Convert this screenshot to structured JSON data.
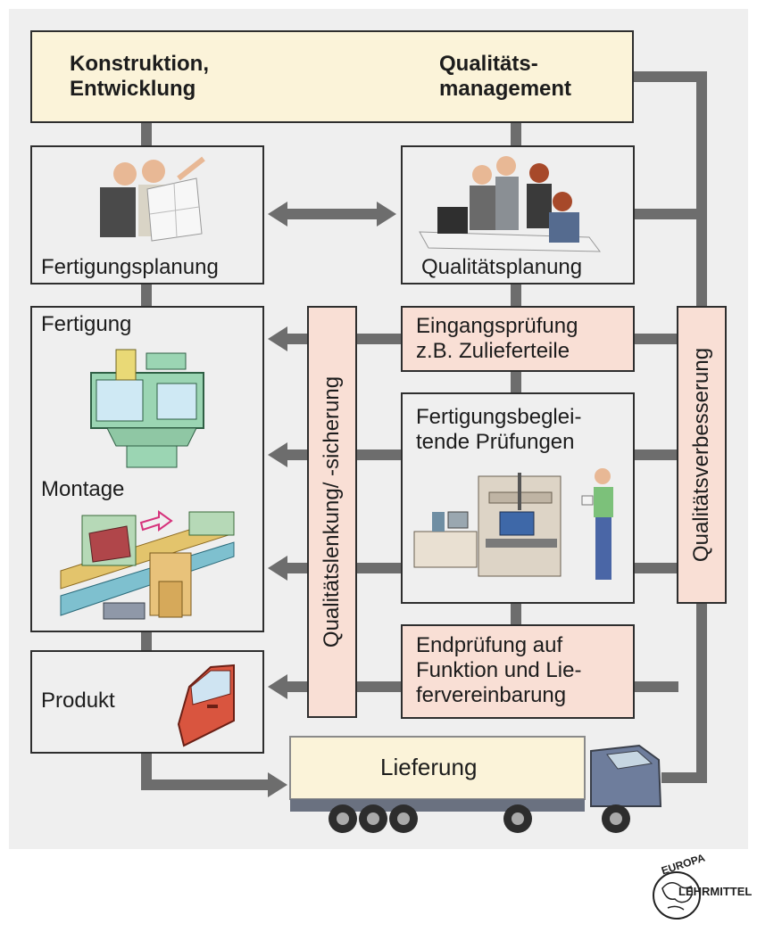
{
  "header": {
    "left_line1": "Konstruktion,",
    "left_line2": "Entwicklung",
    "right_line1": "Qualitäts-",
    "right_line2": "management"
  },
  "boxes": {
    "fertigungsplanung": "Fertigungsplanung",
    "qualitaetsplanung": "Qualitätsplanung",
    "fertigung": "Fertigung",
    "montage": "Montage",
    "produkt": "Produkt",
    "eingang_line1": "Eingangsprüfung",
    "eingang_line2": "z.B. Zulieferteile",
    "begleit_line1": "Fertigungsbeglei-",
    "begleit_line2": "tende Prüfungen",
    "end_line1": "Endprüfung auf",
    "end_line2": "Funktion und Lie-",
    "end_line3": "fervereinbarung",
    "lieferung": "Lieferung"
  },
  "vertical_labels": {
    "lenkung": "Qualitätslenkung/ -sicherung",
    "verbesserung": "Qualitätsverbesserung"
  },
  "logo": {
    "top": "EUROPA",
    "side": "LEHRMITTEL"
  },
  "colors": {
    "connector": "#6d6d6d",
    "background": "#efefef",
    "yellow_box": "#fbf3d9",
    "blue_box": "#e3f1fb",
    "pink_box": "#f9dfd5"
  }
}
